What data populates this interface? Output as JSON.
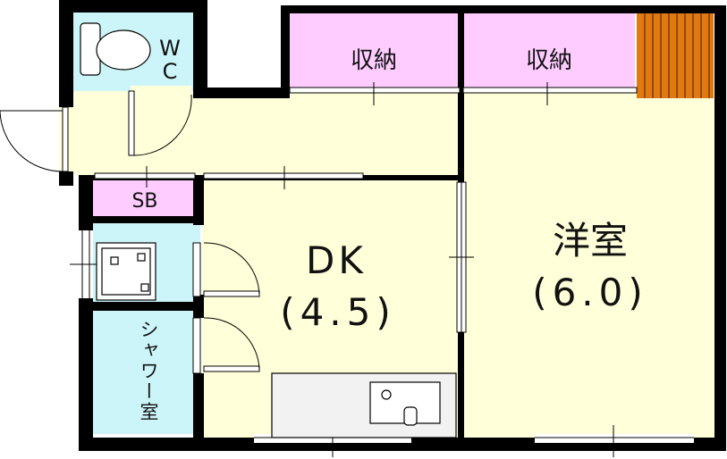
{
  "rooms": {
    "wc": {
      "label_line1": "W",
      "label_line2": "C"
    },
    "storage_left": {
      "label": "収納"
    },
    "storage_right": {
      "label": "収納"
    },
    "sb": {
      "label": "SB"
    },
    "dk": {
      "label": "DK",
      "size": "(4.5)"
    },
    "western": {
      "label": "洋室",
      "size": "(6.0)"
    },
    "shower": {
      "label": "シャワー室"
    }
  },
  "colors": {
    "wall": "#000000",
    "floor_yellow": "#ffffd9",
    "wet_blue": "#ccf5fa",
    "storage_pink": "#ffccff",
    "stairs_orange": "#e07a10",
    "counter_gray": "#f2f2f2"
  }
}
